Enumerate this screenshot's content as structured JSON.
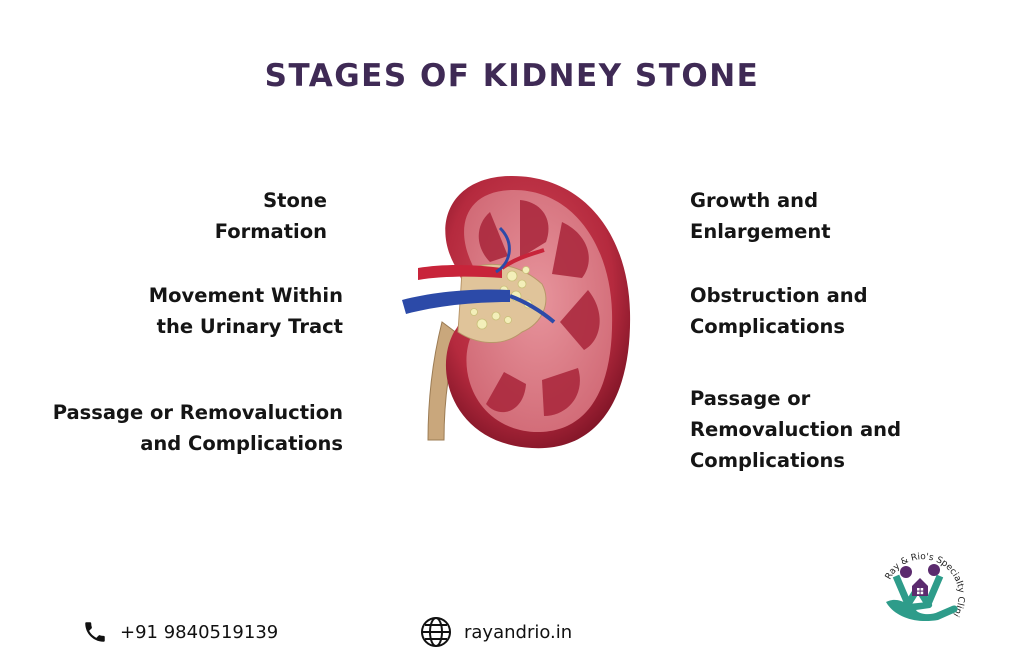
{
  "title": "STAGES OF KIDNEY STONE",
  "stages_left": [
    {
      "line1": "Stone",
      "line2": "Formation"
    },
    {
      "line1": "Movement Within",
      "line2": "the Urinary Tract"
    },
    {
      "line1": "Passage or Removaluction",
      "line2": "and Complications"
    }
  ],
  "stages_right": [
    {
      "line1": "Growth and",
      "line2": "Enlargement"
    },
    {
      "line1": "Obstruction and",
      "line2": "Complications"
    },
    {
      "line1": "Passage or",
      "line2": "Removaluction and",
      "line3": "Complications"
    }
  ],
  "contact": {
    "phone": "+91 9840519139",
    "website": "rayandrio.in",
    "phone_icon": "phone-icon",
    "website_icon": "globe-icon"
  },
  "logo": {
    "text": "Ray & Rio's Specialty Clinic"
  },
  "colors": {
    "title": "#3f2a55",
    "kidney": "#a8243a",
    "logo_teal": "#2e9c8a",
    "logo_purple": "#5b2b6e"
  }
}
